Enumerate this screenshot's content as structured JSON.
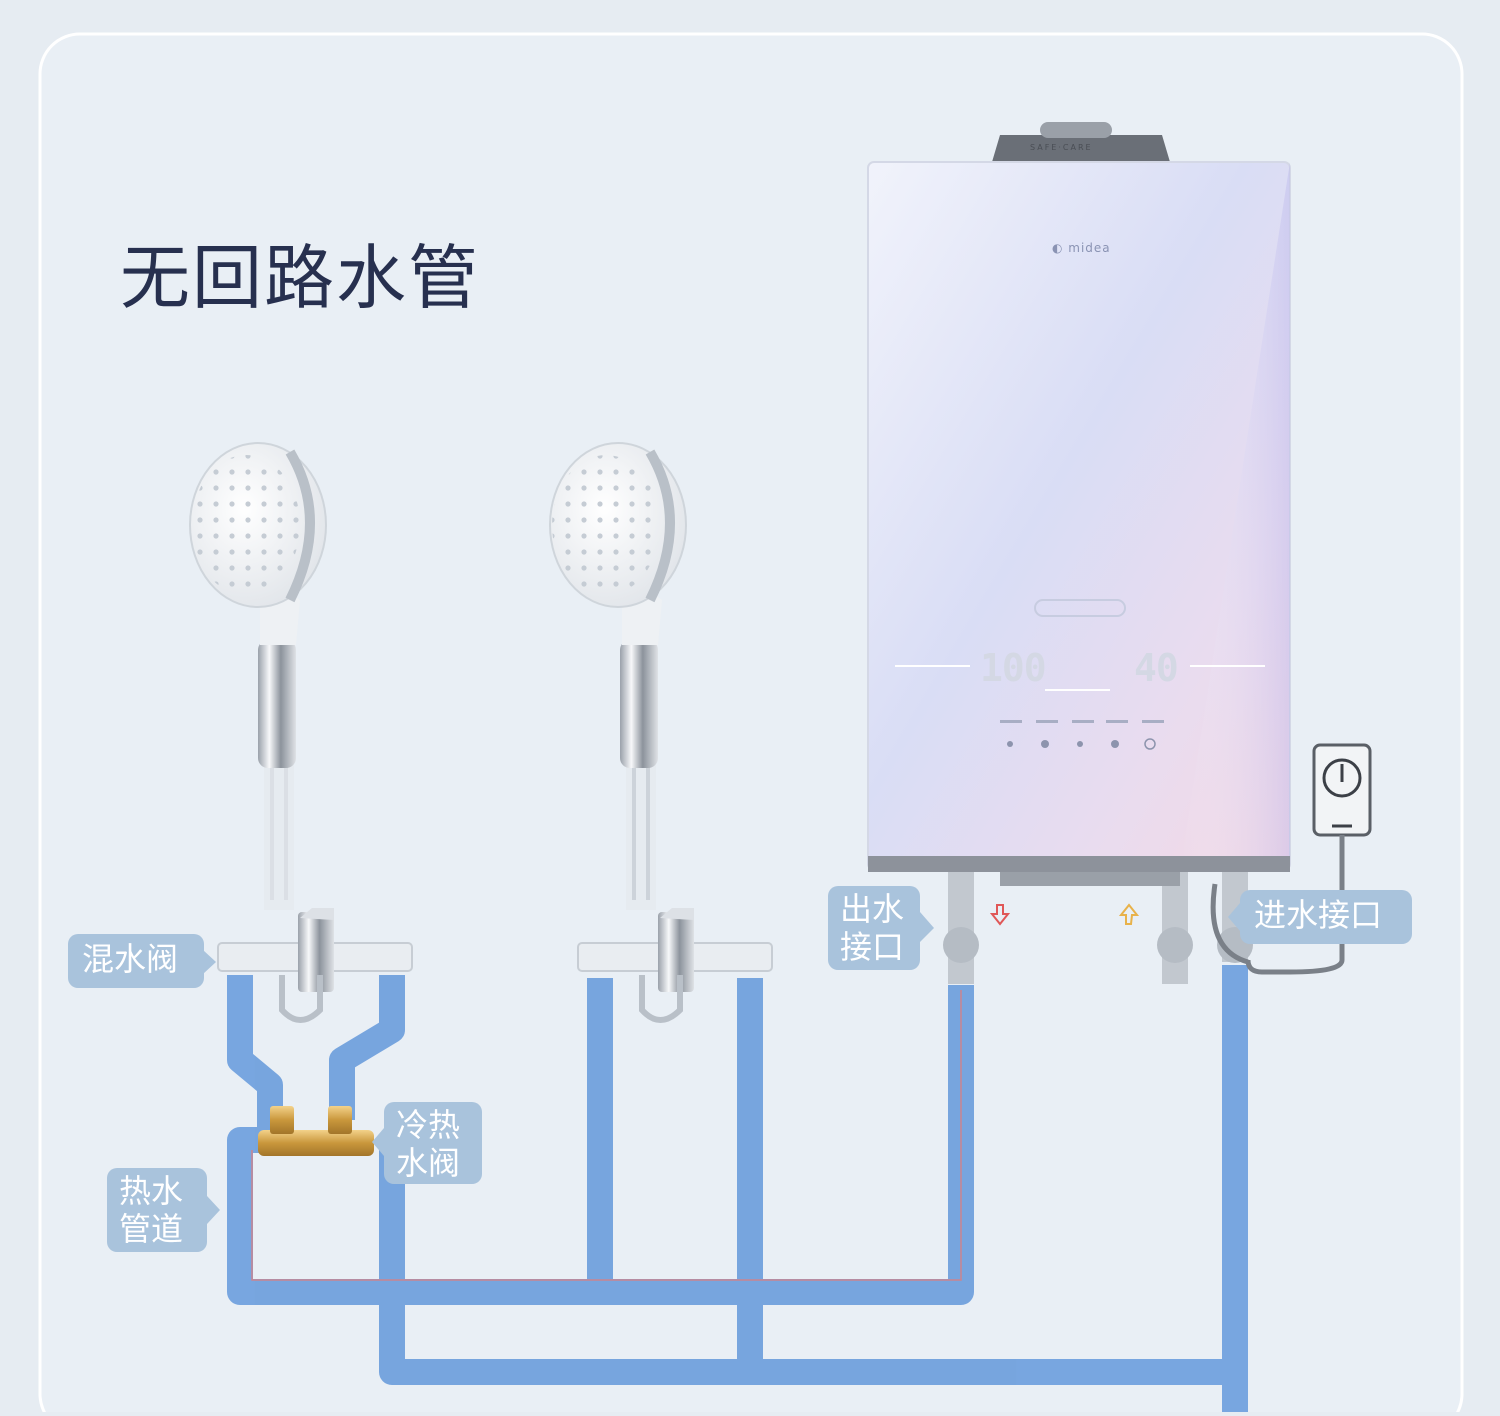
{
  "title": "无回路水管",
  "callouts": {
    "mixing_valve": "混水阀",
    "hot_cold_valve": "冷热\n水阀",
    "hot_water_pipe": "热水\n管道",
    "water_outlet": "出水\n接口",
    "water_inlet": "进水接口"
  },
  "heater": {
    "display_left": "100",
    "display_right": "40"
  },
  "colors": {
    "background": "#e6ecf2",
    "pipe_blue": "#6e9fdd",
    "pipe_hot_line": "#e07a7a",
    "callout_bg": "#a9c3dc",
    "title_color": "#27304f"
  }
}
